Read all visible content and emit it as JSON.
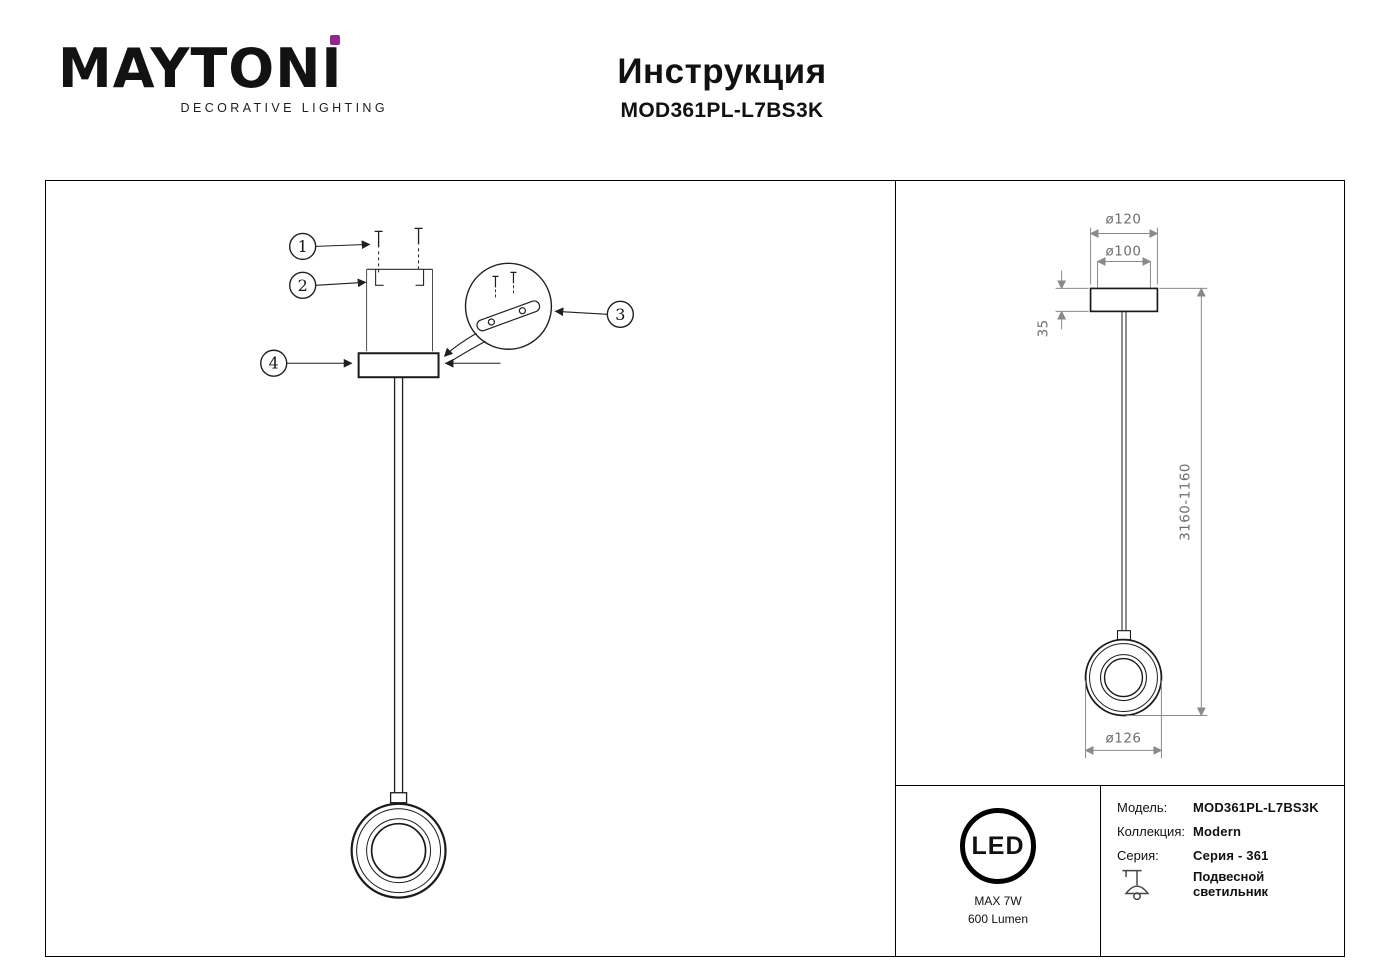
{
  "logo": {
    "brand": "MAYTONI",
    "subtitle": "DECORATIVE LIGHTING",
    "dot_color": "#92278F"
  },
  "header": {
    "title": "Инструкция",
    "model": "MOD361PL-L7BS3K"
  },
  "diagram": {
    "callouts": [
      "1",
      "2",
      "3",
      "4"
    ]
  },
  "dims": {
    "canopy_outer": "ø120",
    "canopy_inner": "ø100",
    "canopy_height": "35",
    "suspension_range": "3160-1160",
    "ring_diameter": "ø126"
  },
  "spec": {
    "led_label": "LED",
    "max_power": "MAX 7W",
    "lumen": "600 Lumen",
    "model_label": "Модель:",
    "model_value": "MOD361PL-L7BS3K",
    "collection_label": "Коллекция:",
    "collection_value": "Modern",
    "series_label": "Серия:",
    "series_value": "Серия - 361",
    "type_value": "Подвесной светильник"
  }
}
